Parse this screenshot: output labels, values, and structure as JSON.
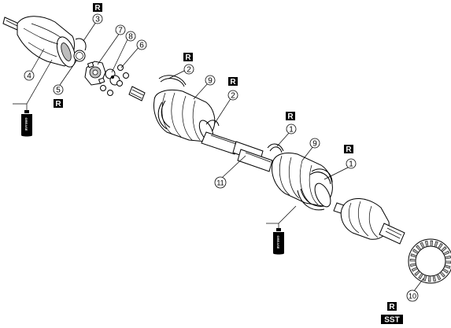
{
  "callouts": [
    {
      "id": "c3",
      "text": "3"
    },
    {
      "id": "c7",
      "text": "7"
    },
    {
      "id": "c8",
      "text": "8"
    },
    {
      "id": "c6",
      "text": "6"
    },
    {
      "id": "c4",
      "text": "4"
    },
    {
      "id": "c5",
      "text": "5"
    },
    {
      "id": "c2a",
      "text": "2"
    },
    {
      "id": "c9a",
      "text": "9"
    },
    {
      "id": "c2b",
      "text": "2"
    },
    {
      "id": "c1a",
      "text": "1"
    },
    {
      "id": "c9b",
      "text": "9"
    },
    {
      "id": "c1b",
      "text": "1"
    },
    {
      "id": "c11",
      "text": "11"
    },
    {
      "id": "c10",
      "text": "10"
    }
  ],
  "tags": {
    "replace": "R",
    "sst": "SST",
    "grease": "GREASE"
  }
}
